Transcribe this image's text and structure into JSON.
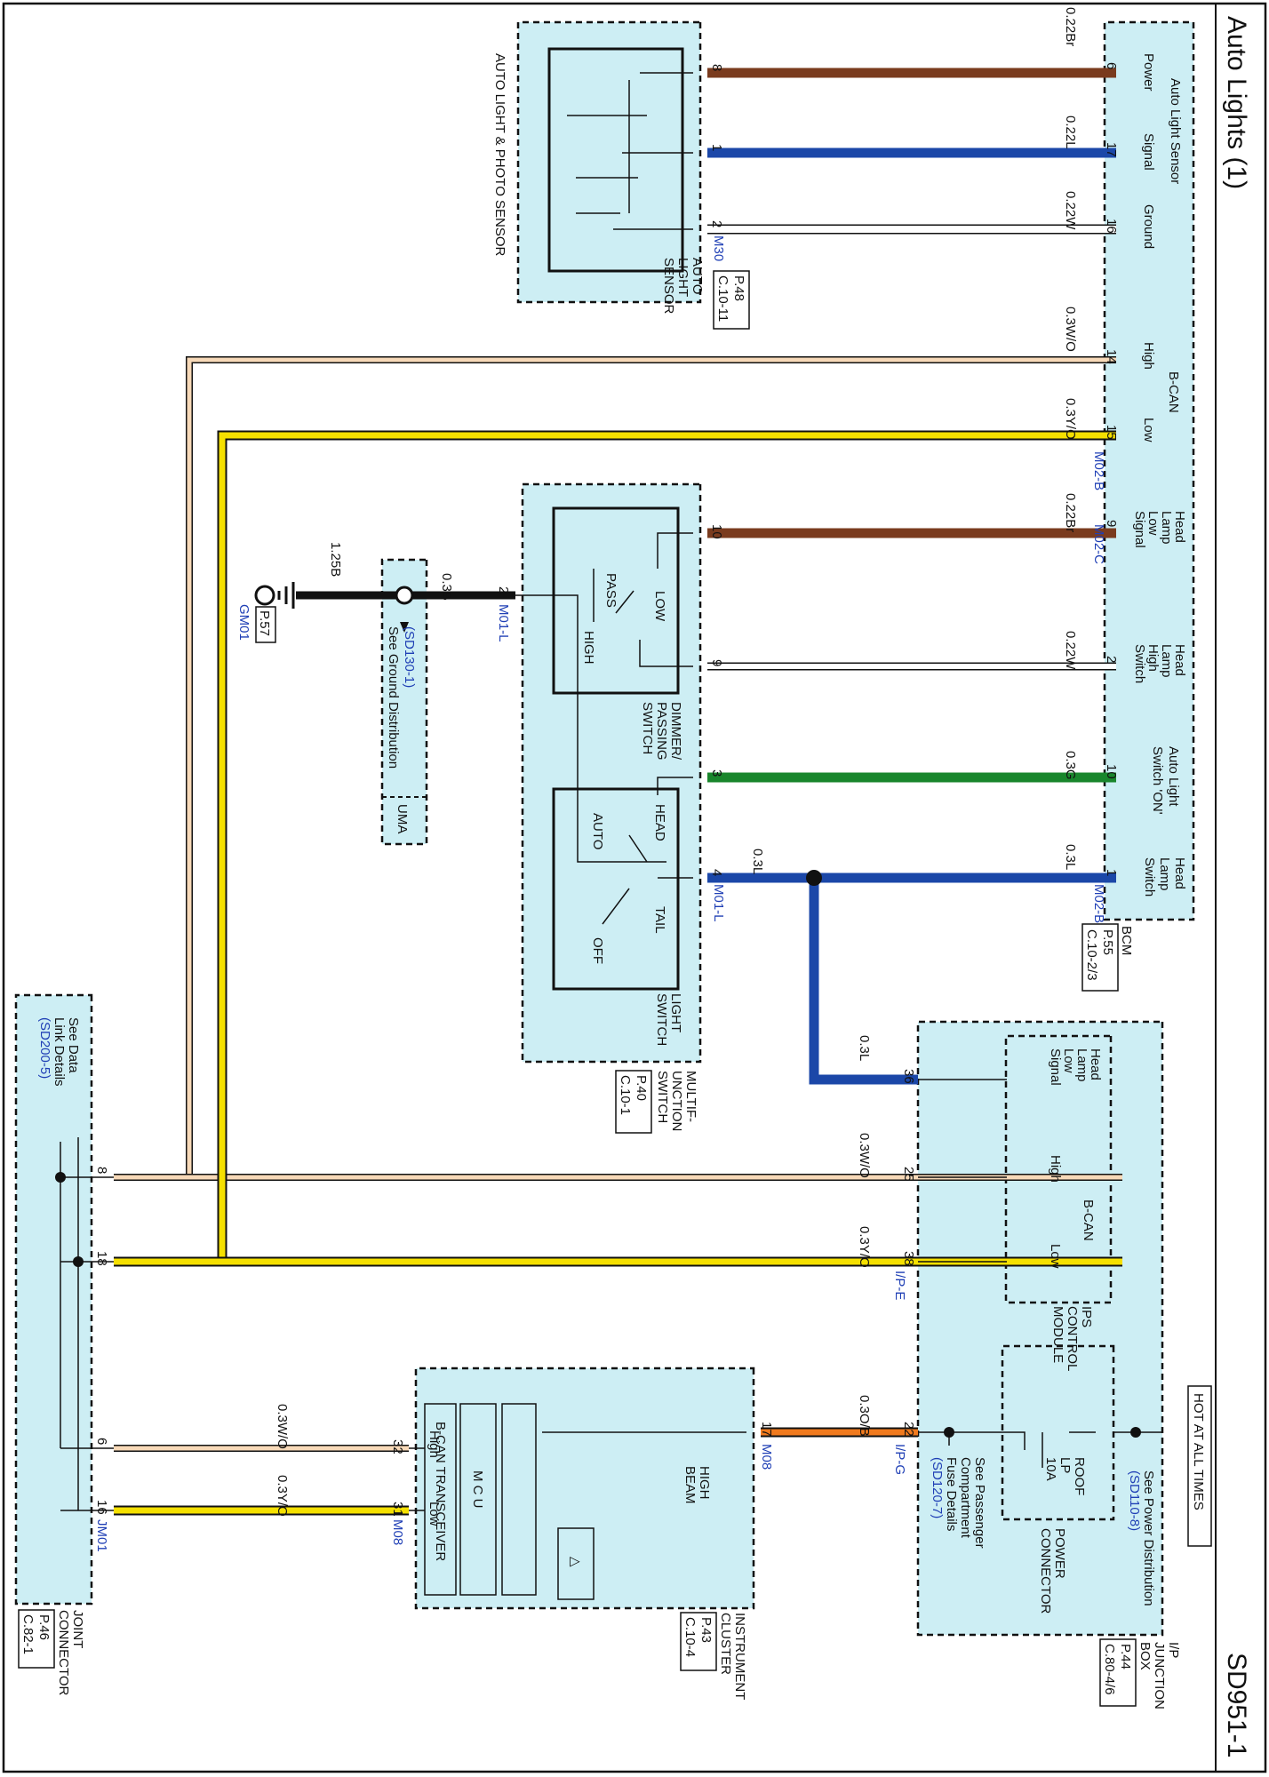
{
  "page": {
    "title": "Auto Lights (1)",
    "code": "SD951-1",
    "hot": "HOT AT ALL TIMES"
  },
  "bcm": {
    "name": "BCM",
    "ref": [
      "P.55",
      "C.10-2/3"
    ],
    "group_sensor": "Auto Light Sensor",
    "power": "Power",
    "signal": "Signal",
    "ground": "Ground",
    "group_bcan": "B-CAN",
    "high": "High",
    "low": "Low",
    "hl_low": [
      "Head",
      "Lamp",
      "Low",
      "Signal"
    ],
    "hl_high": [
      "Head",
      "Lamp",
      "High",
      "Switch"
    ],
    "auto_on": [
      "Auto Light",
      "Switch 'ON'"
    ],
    "hl_switch": [
      "Head",
      "Lamp",
      "Switch"
    ],
    "pins": [
      "6",
      "17",
      "16",
      "14",
      "15",
      "9",
      "2",
      "10",
      "1"
    ],
    "conn_b": "M02-B",
    "conn_c": "M02-C",
    "conn_b2": "M02-B"
  },
  "sensor": {
    "name": "AUTO LIGHT & PHOTO SENSOR",
    "inner": [
      "AUTO",
      "LIGHT",
      "SENSOR"
    ],
    "ref": [
      "P.48",
      "C.10-11"
    ],
    "conn": "M30",
    "pins": [
      "8",
      "1",
      "2"
    ]
  },
  "wires": {
    "w1": "0.22Br",
    "w2": "0.22L",
    "w3": "0.22W",
    "w4": "0.3W/O",
    "w5": "0.3Y/O",
    "w6": "0.22Br",
    "w7": "0.22W",
    "w8": "0.3G",
    "w9": "0.3L",
    "w10": "0.3L",
    "w11": "0.3L",
    "w12": "0.3W/O",
    "w13": "0.3Y/O",
    "w14": "0.3O/B",
    "w15": "0.3W/O",
    "w16": "0.3Y/O",
    "g1": "0.3B",
    "g2": "1.25B"
  },
  "mfs": {
    "name": [
      "MULTIF-",
      "UNCTION",
      "SWITCH"
    ],
    "ref": [
      "P.40",
      "C.10-1"
    ],
    "dimmer": [
      "DIMMER/",
      "PASSING",
      "SWITCH"
    ],
    "light": [
      "LIGHT",
      "SWITCH"
    ],
    "pass": "PASS",
    "low": "LOW",
    "high": "HIGH",
    "head": "HEAD",
    "auto": "AUTO",
    "tail": "TAIL",
    "off": "OFF",
    "pins": [
      "10",
      "9",
      "3",
      "4",
      "2"
    ],
    "conn_l1": "M01-L",
    "conn_l2": "M01-L"
  },
  "ground": {
    "see": [
      "See Ground Distribution",
      "(SD130-1)"
    ],
    "uma": "UMA",
    "gnd": "GM01",
    "ref": "P.57"
  },
  "ips": {
    "name": [
      "IPS",
      "CONTROL",
      "MODULE"
    ],
    "hl_low": [
      "Head",
      "Lamp",
      "Low",
      "Signal"
    ],
    "group_bcan": "B-CAN",
    "high": "High",
    "low": "Low",
    "pins": [
      "36",
      "25",
      "38",
      "22"
    ],
    "conn_e": "I/P-E",
    "conn_g": "I/P-G"
  },
  "junction": {
    "name": [
      "I/P",
      "JUNCTION",
      "BOX"
    ],
    "ref": [
      "P.44",
      "C.80-4/6"
    ],
    "fuse": [
      "ROOF",
      "LP",
      "10A"
    ],
    "pwr_conn": [
      "POWER",
      "CONNECTOR"
    ],
    "see_power": [
      "See Power Distribution",
      "(SD110-8)"
    ],
    "see_fuse": [
      "See Passenger",
      "Compartment",
      "Fuse Details",
      "(SD120-7)"
    ]
  },
  "cluster": {
    "name": [
      "INSTRUMENT",
      "CLUSTER"
    ],
    "ref": [
      "P.43",
      "C.10-4"
    ],
    "high_beam": [
      "HIGH",
      "BEAM"
    ],
    "mcu": "M C U",
    "trans": "B-CAN TRANSCEIVER",
    "high": "High",
    "low": "Low",
    "pins": [
      "17",
      "32",
      "31"
    ],
    "conn": "M08",
    "conn2": "M08",
    "tri": "△"
  },
  "joint": {
    "name": [
      "JOINT",
      "CONNECTOR"
    ],
    "ref": [
      "P.46",
      "C.82-1"
    ],
    "see": [
      "See Data",
      "Link Details",
      "(SD200-5)"
    ],
    "pins": [
      "8",
      "18",
      "6",
      "16"
    ],
    "conn": "JM01"
  }
}
